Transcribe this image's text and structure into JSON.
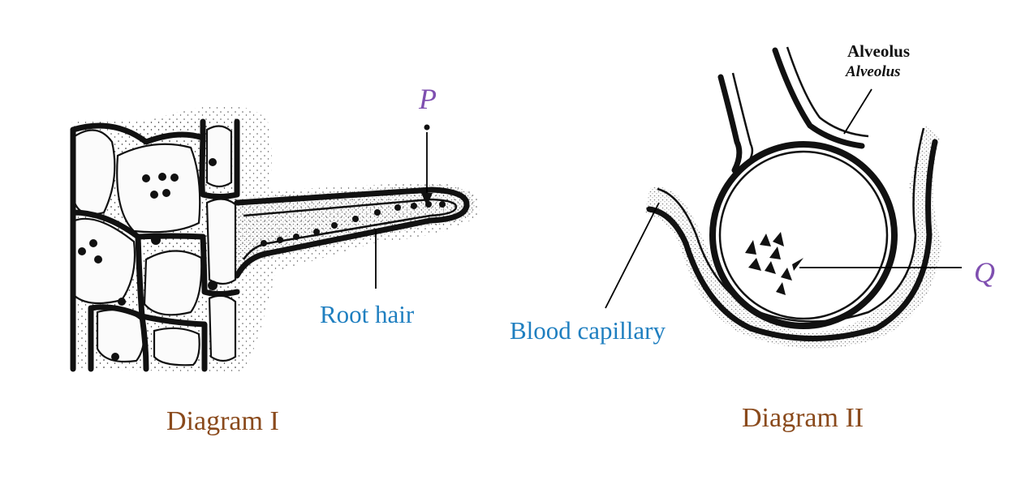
{
  "diagram_i": {
    "caption": "Diagram I",
    "label_root_hair": "Root hair",
    "label_p": "P"
  },
  "diagram_ii": {
    "caption": "Diagram II",
    "label_alveolus": "Alveolus",
    "label_alveolus_italic": "Alveolus",
    "label_blood_capillary": "Blood capillary",
    "label_q": "Q"
  },
  "colors": {
    "label_blue": "#1f7fc0",
    "caption_brown": "#8a4a1c",
    "letter_purple": "#7f4fb0"
  }
}
